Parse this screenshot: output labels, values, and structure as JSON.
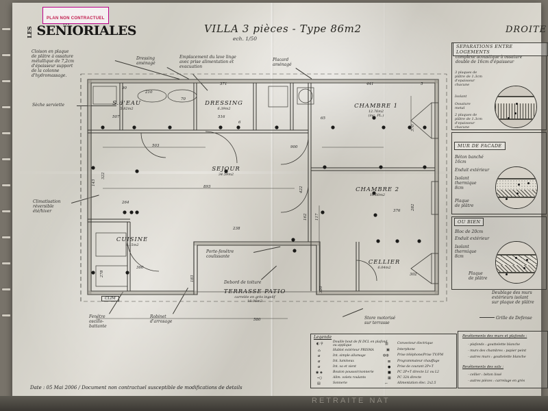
{
  "document": {
    "stamp": "PLAN NON CONTRACTUEL",
    "brand_small": "LES",
    "brand_main": "SENIORIALES",
    "brand_dots": "···",
    "title": "VILLA 3 pièces  -  Type 86m2",
    "scale": "ech. 1/50",
    "orientation": "DROITE",
    "footer": "Date : 05 Mai 2006 / Document non contractuel susceptible de modifications de details",
    "desk_text": "RETRAITE NAT"
  },
  "annotations": {
    "partition": "Cloison en plaque\nde plâtre à ossature\nmétallique de 7,2cm\nd'épaisseur support\nde la colonne\nd'hydromassage.",
    "towel_dryer": "Sèche serviette",
    "dressing": "Dressing\naménagé",
    "washer": "Emplacement du lave linge\navec prise alimentation et\nevacuation",
    "closet": "Placard\naménagé",
    "aircon": "Climatisation\nréversible\nété/hiver",
    "window_tilt": "Fenêtre\noscillo-\nbattante",
    "garden_tap": "Robinet\nd'arrosage",
    "sliding_door": "Porte-fenêtre\ncoulissante",
    "roof_overhang": "Debord de toiture",
    "motorized_blind": "Store motorisé\nsur terrasse",
    "doubling": "Deublage des murs\nextérieurs isolant\nsur plaque de plâtre",
    "defense_grid": "Grille de Defense",
    "clim_label": "CLIM"
  },
  "rooms": [
    {
      "name": "S.d'EAU",
      "area": "5.82m2",
      "extra": ""
    },
    {
      "name": "DRESSING",
      "area": "6.39m2",
      "extra": ""
    },
    {
      "name": "CHAMBRE 1",
      "area": "12.76m2",
      "extra": "(inc. PL.)"
    },
    {
      "name": "SEJOUR",
      "area": "34.59m2",
      "extra": ""
    },
    {
      "name": "CHAMBRE 2",
      "area": "10.60m2",
      "extra": ""
    },
    {
      "name": "CUISINE",
      "area": "9.15m2",
      "extra": ""
    },
    {
      "name": "CELLIER",
      "area": "6.04m2",
      "extra": ""
    },
    {
      "name": "TERRASSE PATIO",
      "area": "18.06m2",
      "extra": "carrelée en grès ingelif"
    }
  ],
  "dimensions": {
    "d_top_371": "371",
    "d_top_441": "441",
    "d_503": "503",
    "d_893": "893",
    "d_900": "900",
    "d_516": "516",
    "d_507": "507",
    "d_302": "302",
    "d_376": "376",
    "d_580": "580",
    "d_360": "360",
    "d_264": "264",
    "d_322": "322",
    "d_278": "278",
    "d_183": "183",
    "d_320": "320",
    "d_370": "370",
    "d_282": "282",
    "d_422": "422",
    "d_162": "162",
    "d_117": "117",
    "d_143": "143",
    "d_210": "210",
    "d_90": "90",
    "d_70": "70",
    "d_65": "65",
    "d_5": "5",
    "d_6": "6",
    "d_238": "238"
  },
  "panels": {
    "separations": {
      "title": "SEPARATIONS ENTRE LOGEMENTS",
      "intro": "complexe acoustique à ossature\ndouble de 16cm d'épaisseur",
      "labels": [
        "3 plaques de\nplâtre de 1.3cm\nd'epaisseur\nchacune",
        "Isolant",
        "Ossature\nmetal",
        "2 plaques de\nplâtre de 1.3cm\nd'epaisseur\nchacune"
      ]
    },
    "facade": {
      "title": "MUR DE FACADE",
      "labels": [
        "Béton banché\n16cm",
        "Enduit extérieur",
        "Isolant\nthermique\n8cm",
        "Plaque\nde plâtre"
      ]
    },
    "alternative": {
      "title": "OU BIEN",
      "labels": [
        "Bloc de 20cm",
        "Enduit extérieur",
        "Isolant\nthermique\n8cm",
        "Plaque\nde plâtre"
      ]
    }
  },
  "legend": {
    "title": "Legende",
    "left": [
      "Douille bout de fil DCL en\nplafond ou applique",
      "Hublot extérieur PRISMA",
      "Int. simple allumage",
      "Int. lumineux",
      "Int. va et vient",
      "Bouton poussoir/sonnerie",
      "Alim. volets roulants",
      "Sonnerie"
    ],
    "right": [
      "Convecteur électrique",
      "Interphone",
      "Prise téléphone/Prise TV/FM",
      "Programmateur chauffage",
      "Prise de courant 2P+T",
      "PC 2P+T directe L1 ou L2",
      "PC 32A directe",
      "Alimentation élec. 2x2.5"
    ]
  },
  "finishes": {
    "walls_title": "Revêtements des murs et plafonds :",
    "walls": [
      "-  plafonds :   gouttelette blanche",
      "-  murs des chambres :   papier peint",
      "-  autres murs :   gouttelette blanche"
    ],
    "floors_title": "Revêtements des sols :",
    "floors": [
      "-  cellier :   béton lissé",
      "-  autres pièces :   carrelage en grès"
    ]
  },
  "colors": {
    "paper": "#d5d2c9",
    "ink": "#2d2c2a",
    "stamp_red": "#c0194b",
    "desk": "#78736a"
  }
}
